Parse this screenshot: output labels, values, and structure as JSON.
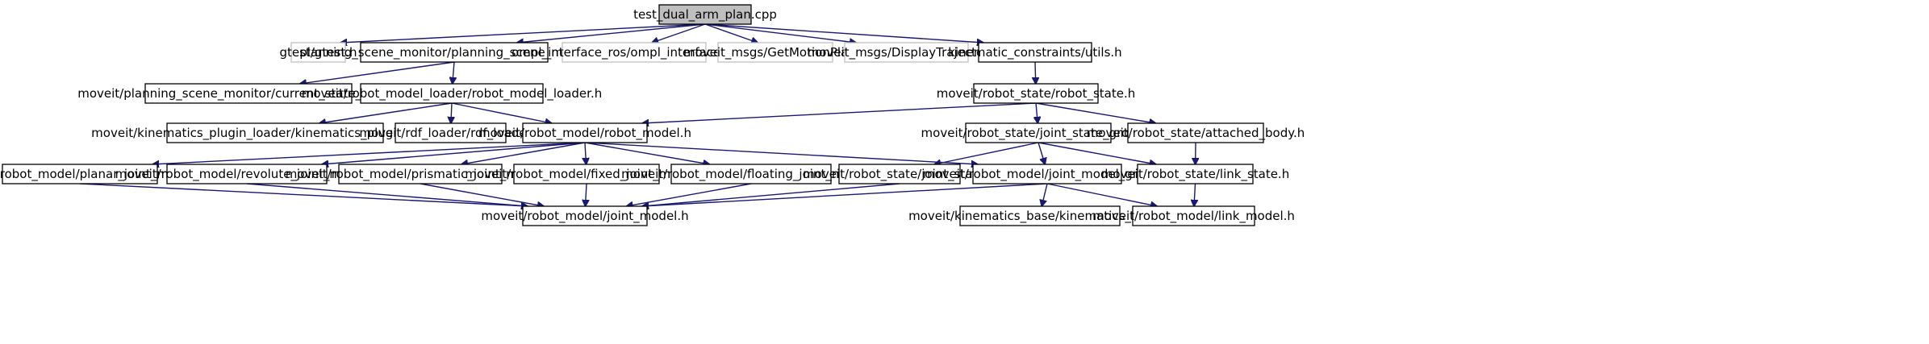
{
  "colors": {
    "edge": "#191970",
    "root_fill": "#bfbfbf",
    "node_border": "#000000",
    "external_border": "#bfbfbf"
  },
  "nodes": [
    {
      "id": "root",
      "label": "test_dual_arm_plan.cpp",
      "kind": "root"
    },
    {
      "id": "gtest",
      "label": "gtest/gtest.h",
      "kind": "external"
    },
    {
      "id": "psm",
      "label": "planning_scene_monitor/planning_scene_monitor.h",
      "kind": "normal"
    },
    {
      "id": "ompl",
      "label": "ompl_interface_ros/ompl_interface_ros.h",
      "kind": "external"
    },
    {
      "id": "gmp",
      "label": "moveit_msgs/GetMotionPlan.h",
      "kind": "external"
    },
    {
      "id": "dtraj",
      "label": "moveit_msgs/DisplayTrajectory.h",
      "kind": "external"
    },
    {
      "id": "kcu",
      "label": "kinematic_constraints/utils.h",
      "kind": "normal"
    },
    {
      "id": "csm",
      "label": "moveit/planning_scene_monitor/current_state_monitor.h",
      "kind": "normal"
    },
    {
      "id": "rml",
      "label": "moveit/robot_model_loader/robot_model_loader.h",
      "kind": "normal"
    },
    {
      "id": "rs",
      "label": "moveit/robot_state/robot_state.h",
      "kind": "normal"
    },
    {
      "id": "kpl",
      "label": "moveit/kinematics_plugin_loader/kinematics_plugin_loader.h",
      "kind": "normal"
    },
    {
      "id": "rdf",
      "label": "moveit/rdf_loader/rdf_loader.h",
      "kind": "normal"
    },
    {
      "id": "rm",
      "label": "moveit/robot_model/robot_model.h",
      "kind": "normal"
    },
    {
      "id": "jsg",
      "label": "moveit/robot_state/joint_state_group.h",
      "kind": "normal"
    },
    {
      "id": "ab",
      "label": "moveit/robot_state/attached_body.h",
      "kind": "normal"
    },
    {
      "id": "pjm",
      "label": "moveit/robot_model/planar_joint_model.h",
      "kind": "normal"
    },
    {
      "id": "rjm",
      "label": "moveit/robot_model/revolute_joint_model.h",
      "kind": "normal"
    },
    {
      "id": "prjm",
      "label": "moveit/robot_model/prismatic_joint_model.h",
      "kind": "normal"
    },
    {
      "id": "fjm",
      "label": "moveit/robot_model/fixed_joint_model.h",
      "kind": "normal"
    },
    {
      "id": "fljm",
      "label": "moveit/robot_model/floating_joint_model.h",
      "kind": "normal"
    },
    {
      "id": "js",
      "label": "moveit/robot_state/joint_state.h",
      "kind": "normal"
    },
    {
      "id": "jmg",
      "label": "moveit/robot_model/joint_model_group.h",
      "kind": "normal"
    },
    {
      "id": "ls",
      "label": "moveit/robot_state/link_state.h",
      "kind": "normal"
    },
    {
      "id": "jm",
      "label": "moveit/robot_model/joint_model.h",
      "kind": "normal"
    },
    {
      "id": "kb",
      "label": "moveit/kinematics_base/kinematics_base.h",
      "kind": "normal"
    },
    {
      "id": "lm",
      "label": "moveit/robot_model/link_model.h",
      "kind": "normal"
    }
  ],
  "edges": [
    [
      "root",
      "gtest"
    ],
    [
      "root",
      "psm"
    ],
    [
      "root",
      "ompl"
    ],
    [
      "root",
      "gmp"
    ],
    [
      "root",
      "dtraj"
    ],
    [
      "root",
      "kcu"
    ],
    [
      "psm",
      "csm"
    ],
    [
      "psm",
      "rml"
    ],
    [
      "kcu",
      "rs"
    ],
    [
      "rml",
      "kpl"
    ],
    [
      "rml",
      "rdf"
    ],
    [
      "rml",
      "rm"
    ],
    [
      "rs",
      "rm"
    ],
    [
      "rs",
      "jsg"
    ],
    [
      "rs",
      "ab"
    ],
    [
      "rm",
      "pjm"
    ],
    [
      "rm",
      "rjm"
    ],
    [
      "rm",
      "prjm"
    ],
    [
      "rm",
      "fjm"
    ],
    [
      "rm",
      "fljm"
    ],
    [
      "rm",
      "jmg"
    ],
    [
      "jsg",
      "js"
    ],
    [
      "jsg",
      "jmg"
    ],
    [
      "jsg",
      "ls"
    ],
    [
      "ab",
      "ls"
    ],
    [
      "pjm",
      "jm"
    ],
    [
      "rjm",
      "jm"
    ],
    [
      "prjm",
      "jm"
    ],
    [
      "fjm",
      "jm"
    ],
    [
      "fljm",
      "jm"
    ],
    [
      "js",
      "jm"
    ],
    [
      "jmg",
      "jm"
    ],
    [
      "jmg",
      "kb"
    ],
    [
      "jmg",
      "lm"
    ],
    [
      "ls",
      "lm"
    ]
  ]
}
